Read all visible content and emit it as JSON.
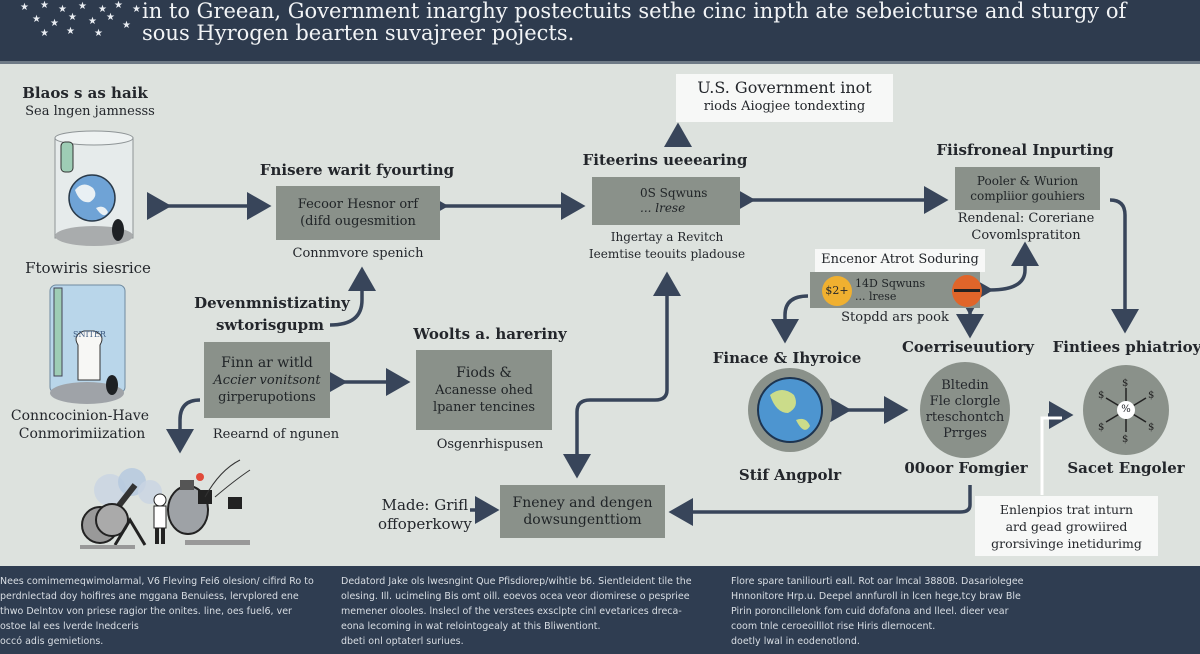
{
  "header": {
    "title_lines": [
      "in to Greean, Government inarghy postectuits sethe cinc inpth ate sebeicturse and sturgy of",
      "sous Hyrogen bearten suvajreer pojects."
    ]
  },
  "left": {
    "top_title": "Blaos s as haik",
    "top_subtitle": "Sea lngen jamnesss",
    "top_caption": "Ftowiris siesrice",
    "jar_label": "SNITER",
    "bottom_caption_1": "Conncocinion-Have",
    "bottom_caption_2": "Conmorimiization"
  },
  "node1": {
    "title": "Fnisere warit fyourting",
    "line1": "Fecoor Hesnor orf",
    "line2": "(difd ougesmition",
    "caption": "Connmvore spenich"
  },
  "node2": {
    "title1": "Devenmnistizatiny",
    "title2": "swtorisgupm",
    "line1": "Finn ar witld",
    "line2": "Accier vonitsont",
    "line3": "girperupotions",
    "caption": "Reearnd of ngunen"
  },
  "node3": {
    "title": "Woolts a. hareriny",
    "line1": "Fiods &",
    "line2": "Acanesse ohed",
    "line3": "lpaner tencines",
    "caption": "Osgenrhispusen"
  },
  "gov": {
    "line1": "U.S. Government inot",
    "line2": "riods Aiogjee tondexting"
  },
  "node4": {
    "title": "Fiteerins ueeearing",
    "line1": "0S Sqwuns",
    "line2": "... lrese",
    "caption1": "Ihgertay a Revitch",
    "caption2": "Ieemtise teouits pladouse"
  },
  "node5": {
    "title": "Fiisfroneal Inpurting",
    "line1": "Pooler & Wurion",
    "line2": "compliior gouhiers",
    "caption1": "Rendenal: Coreriane",
    "caption2": "Covomlspratiton"
  },
  "node6": {
    "title": "Encenor Atrot Soduring",
    "coin": "$2+",
    "line1": "14D Sqwuns",
    "line2": "... lrese",
    "caption": "Stopdd ars pook"
  },
  "made": {
    "line1": "Made: Grifl",
    "line2": "offoperkowy"
  },
  "node7": {
    "line1": "Fneney and dengen",
    "line2": "dowsungenttiom"
  },
  "circle1": {
    "title": "Finace & Ihyroice",
    "caption": "Stif Angpolr"
  },
  "circle2": {
    "title": "Coerriseuutiory",
    "lines": [
      "Bltedin",
      "Fle clorgle",
      "rteschontch",
      "Prrges"
    ],
    "caption": "00oor Fomgier"
  },
  "circle3": {
    "title": "Fintiees phiatrioy",
    "center": "%",
    "caption": "Sacet Engoler"
  },
  "note": {
    "lines": [
      "Enlenpios trat inturn",
      "ard gead growiired",
      "grorsivinge inetidurimg"
    ]
  },
  "footer": {
    "col1": [
      "Nees comimemeqwimolarmal, V6 Fleving Fei6 olesion/ cifird Ro to",
      "perdnlectad doy hoifires ane mggana Benuiess, lervplored ene",
      "thwo Delntov von priese ragior the onites. line, oes fuel6, ver",
      "ostoe lal ees lverde lnedceris",
      "occó adis gemietions."
    ],
    "col2": [
      "Dedatord Jake ols lwesngint Que Pfisdiorep/wihtie b6. Sientleident tile the",
      "olesing. Ill. ucimeling Bis omt oill. eoevos ocea veor diomirese o pespriee",
      "memener olooles. lnslecl of the verstees exsclpte cinl evetarices dreca-",
      "eona lecoming in wat relointogealy at this Bliwentiont.",
      "dbeti onl optaterl suriues."
    ],
    "col3": [
      "Flore spare taniliourti eall. Rot oar lmcal 3880B. Dasariolegee",
      "Hnnonitore Hrp.u. Deepel annfuroll in lcen hege,tcy braw Ble",
      "Pirin poroncillelonk fom cuid dofafona and lleel. dieer vear",
      "coom tnle ceroeoilllot rise Hiris dlernocent.",
      "doetly lwal in eodenotlond."
    ]
  },
  "colors": {
    "header_bg": "#2e3b4e",
    "canvas_bg": "#dde2de",
    "box_fill": "#8a918a",
    "arrow": "#38455a",
    "coin": "#f0b030",
    "stop": "#e0652a"
  }
}
